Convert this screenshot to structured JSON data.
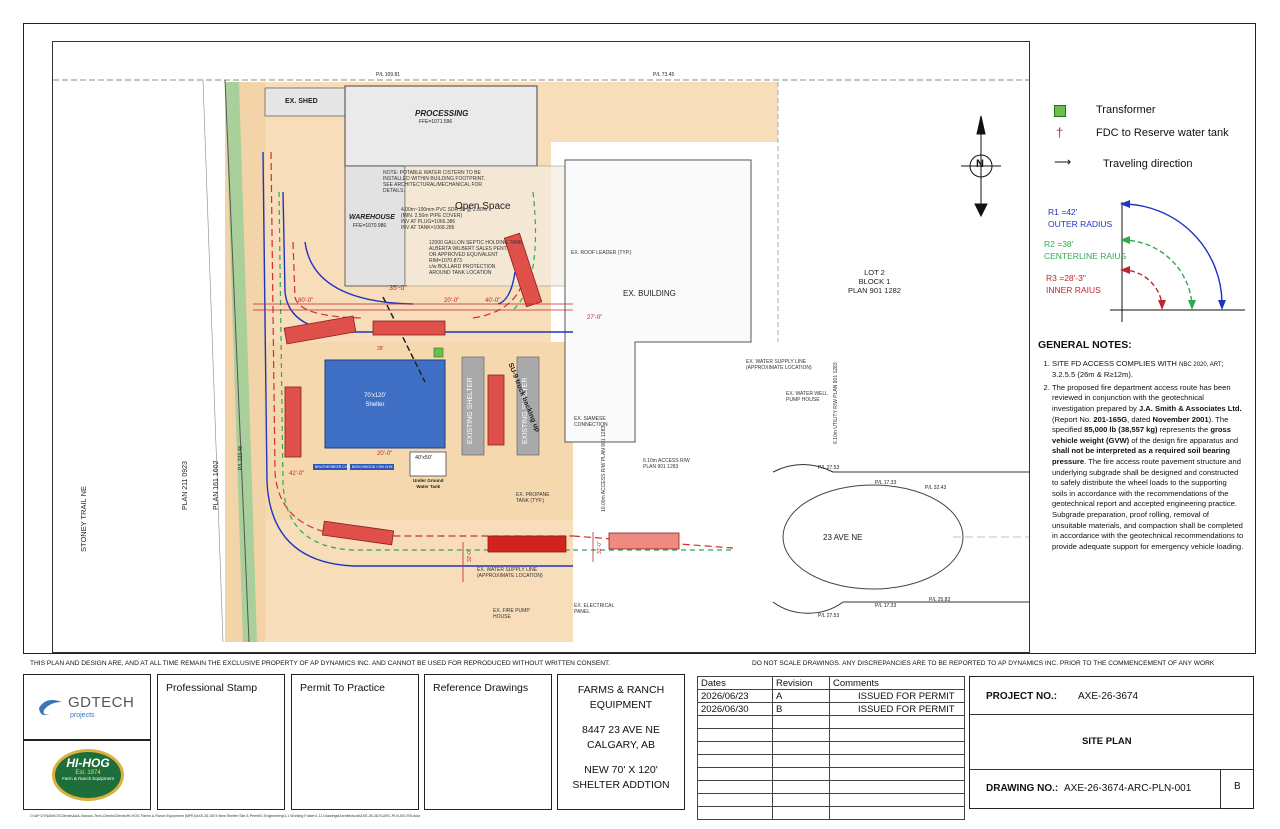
{
  "plan": {
    "ex_shed": "EX. SHED",
    "processing": "PROCESSING",
    "processing_ffe": "FFE=1071.596",
    "warehouse": "WAREHOUSE",
    "warehouse_ffe": "FFE=1070.986",
    "open_space": "Open Space",
    "ex_building": "EX. BUILDING",
    "lot": [
      "LOT 2",
      "BLOCK 1",
      "PLAN 901 1282"
    ],
    "shelter": [
      "70'x120'",
      "Shelter"
    ],
    "existing_shelter_1": "EXISTING SHELTER",
    "existing_shelter_2": "EXISTING SHELTER",
    "tank_size": "40'x50'",
    "tank_label": [
      "Under Ground",
      "Water Tank"
    ],
    "stoney_trail": "STONEY TRAIL NE",
    "plan_211": "PLAN 211 0923",
    "plan_161": "PLAN 161 1602",
    "avenue": "23 AVE NE",
    "truck_note": "SU-9 truck backing up",
    "dims": {
      "d80": "80'-0\"",
      "d20": "20'-0\"",
      "d40": "40'-0\"",
      "d27": "27'-0\"",
      "d35": "35'-0\"",
      "d20b": "20'-0\"",
      "d42": "42'-0\"",
      "d28": "28'",
      "d32a": "32'-0\"",
      "d32b": "32'-0\""
    },
    "pl": {
      "top1": "P/L 109.81",
      "top2": "P/L 73.45",
      "side": "P/L 223.48",
      "p2753a": "P/L 27.53",
      "p1733": "P/L 17.33",
      "p3243": "P/L 32.43",
      "p2583": "P/L 25.83",
      "p1733b": "P/L 17.33",
      "p2753b": "P/L 27.53"
    },
    "notes_small": {
      "water_cistern": [
        "NOTE: POTABLE WATER CISTERN TO BE",
        "INSTALLED WITHIN BUILDING FOOTPRINT.",
        "SEE ARCHITECTURAL/MECHANICAL FOR",
        "DETAILS."
      ],
      "pipe": [
        "4.00m~100mm PVC SDR 35 @ 2.00%",
        "(MIN. 2.50m PIPE COVER)",
        "INV AT PLUG=1066.386",
        "INV AT TANK=1068.286"
      ],
      "septic": [
        "12000 GALLON SEPTIC HOLDING TANK",
        "ALBERTA WILBERT SALES PENT.",
        "OR APPROVED EQUIVALENT",
        "RIM=1070.873",
        "c/w BOLLARD PROTECTION",
        "AROUND TANK LOCATION"
      ],
      "roof_leader": "EX. ROOF LEADER (TYP.)",
      "water_supply": [
        "EX. WATER SUPPLY LINE",
        "(APPROXIMATE LOCATION)"
      ],
      "water_well": [
        "EX. WATER WELL",
        "PUMP HOUSE"
      ],
      "siamese": [
        "EX. SIAMESE",
        "CONNECTION"
      ],
      "access_row": [
        "6.10m ACCESS R/W",
        "PLAN 901 1283"
      ],
      "propane": [
        "EX. PROPANE",
        "TANK (TYP.)"
      ],
      "water_supply_2": [
        "EX. WATER SUPPLY LINE",
        "(APPROXIMATE LOCATION)"
      ],
      "fire_pump": [
        "EX. FIRE PUMP",
        "HOUSE"
      ],
      "elec_panel": [
        "EX. ELECTRICAL",
        "PANEL"
      ],
      "access_10": "10.00m ACCESS R/W PLAN 901 1283",
      "utility": "6.10m UTILITY R/W PLAN 901 1283",
      "bar1": "BRUTHERBEER CHN",
      "bar2": "BEECHWOOD CHN CHN"
    }
  },
  "legend": {
    "transformer": "Transformer",
    "fdc": "FDC to Reserve water tank",
    "travel": "Traveling direction",
    "north": "N"
  },
  "radius": {
    "r1": "R1 =42'",
    "r1_name": "OUTER RADIUS",
    "r2": "R2 =38'",
    "r2_name": "CENTERLINE RAIUS",
    "r3": "R3 =28'-3\"",
    "r3_name": "INNER RAIUS"
  },
  "notes": {
    "title": "GENERAL NOTES:",
    "n1_a": "SITE FD ACCESS COMPLIES WITH ",
    "n1_b": "NBC 2020, ART",
    "n1_c": "; 3.2.5.5 (26m & R≥12m).",
    "n2_1": "The proposed fire department access route has been reviewed in conjunction with the geotechnical investigation prepared by ",
    "n2_2": "J.A. Smith & Associates Ltd.",
    "n2_3": " (Report No. ",
    "n2_4": "201-165G",
    "n2_5": ", dated ",
    "n2_6": "November 2001",
    "n2_7": "). The specified ",
    "n2_8": "85,000 lb (38,557 kg)",
    "n2_9": " represents the ",
    "n2_10": "gross vehicle weight (GVW)",
    "n2_11": " of the design fire apparatus and ",
    "n2_12": "shall not be interpreted as a required soil bearing pressure",
    "n2_13": ". The fire access route pavement structure and underlying subgrade shall be designed and constructed to safely distribute the wheel loads to the supporting soils in accordance with the recommendations of the geotechnical report and accepted engineering practice. Subgrade preparation, proof rolling, removal of unsuitable materials, and compaction shall be completed in accordance with the geotechnical recommendations to provide adequate support for emergency vehicle loading."
  },
  "disclaimer_left": "THIS PLAN AND DESIGN ARE, AND AT ALL TIME REMAIN THE EXCLUSIVE PROPERTY OF AP DYNAMICS INC. AND CANNOT BE USED FOR REPRODUCED WITHOUT WRITTEN CONSENT.",
  "disclaimer_right": "DO NOT SCALE DRAWINGS. ANY DISCREPANCIES ARE TO BE REPORTED TO AP DYNAMICS INC. PRIOR TO THE COMMENCEMENT OF ANY WORK",
  "title_block": {
    "gdtech": "GDTECH",
    "gdtech_sub": "projects",
    "hihog": "HI-HOG",
    "hihog_est": "Est. 1974",
    "hihog_sub": "Farm & Ranch Equipment",
    "professional_stamp": "Professional Stamp",
    "permit_to_practice": "Permit To Practice",
    "reference_drawings": "Reference Drawings",
    "client": [
      "FARMS & RANCH",
      "EQUIPMENT"
    ],
    "address": [
      "8447 23 AVE NE",
      "CALGARY, AB"
    ],
    "project_desc": [
      "NEW  70' X 120'",
      "SHELTER ADDTION"
    ],
    "rev_headers": [
      "Dates",
      "Revision",
      "Comments"
    ],
    "revisions": [
      {
        "date": "2026/06/23",
        "rev": "A",
        "comment": "ISSUED FOR PERMIT"
      },
      {
        "date": "2026/06/30",
        "rev": "B",
        "comment": "ISSUED FOR PERMIT"
      }
    ],
    "project_no_label": "PROJECT NO.:",
    "project_no": "AXE-26-3674",
    "sheet_title": "SITE PLAN",
    "drawing_no_label": "DRAWING NO.:",
    "drawing_no": "AXE-26-3674-ARC-PLN-001",
    "drawing_rev": "B",
    "file_path": "O:\\AP DYNAMICS\\Clients\\AAA-Various-Tech-Clients\\Clients\\HI-HOG Farms & Ranch Equipment (MPE)\\AXE-26-3674 New Shelter Site & Permit\\1 Engineering\\1.1 Working Folder\\1.11 Drawings\\Architectural\\AXE-26-3674-ARC-PLN-001 R8.docx"
  },
  "colors": {
    "site_orange": "#f6d7ad",
    "border_green": "#a9cf9b",
    "shelter_blue": "#3f6fc5",
    "truck_red": "#e0504a",
    "transformer_green": "#6cbf4a",
    "radius_blue": "#1f35c0",
    "radius_green": "#2faa50",
    "radius_red": "#c0262d"
  }
}
